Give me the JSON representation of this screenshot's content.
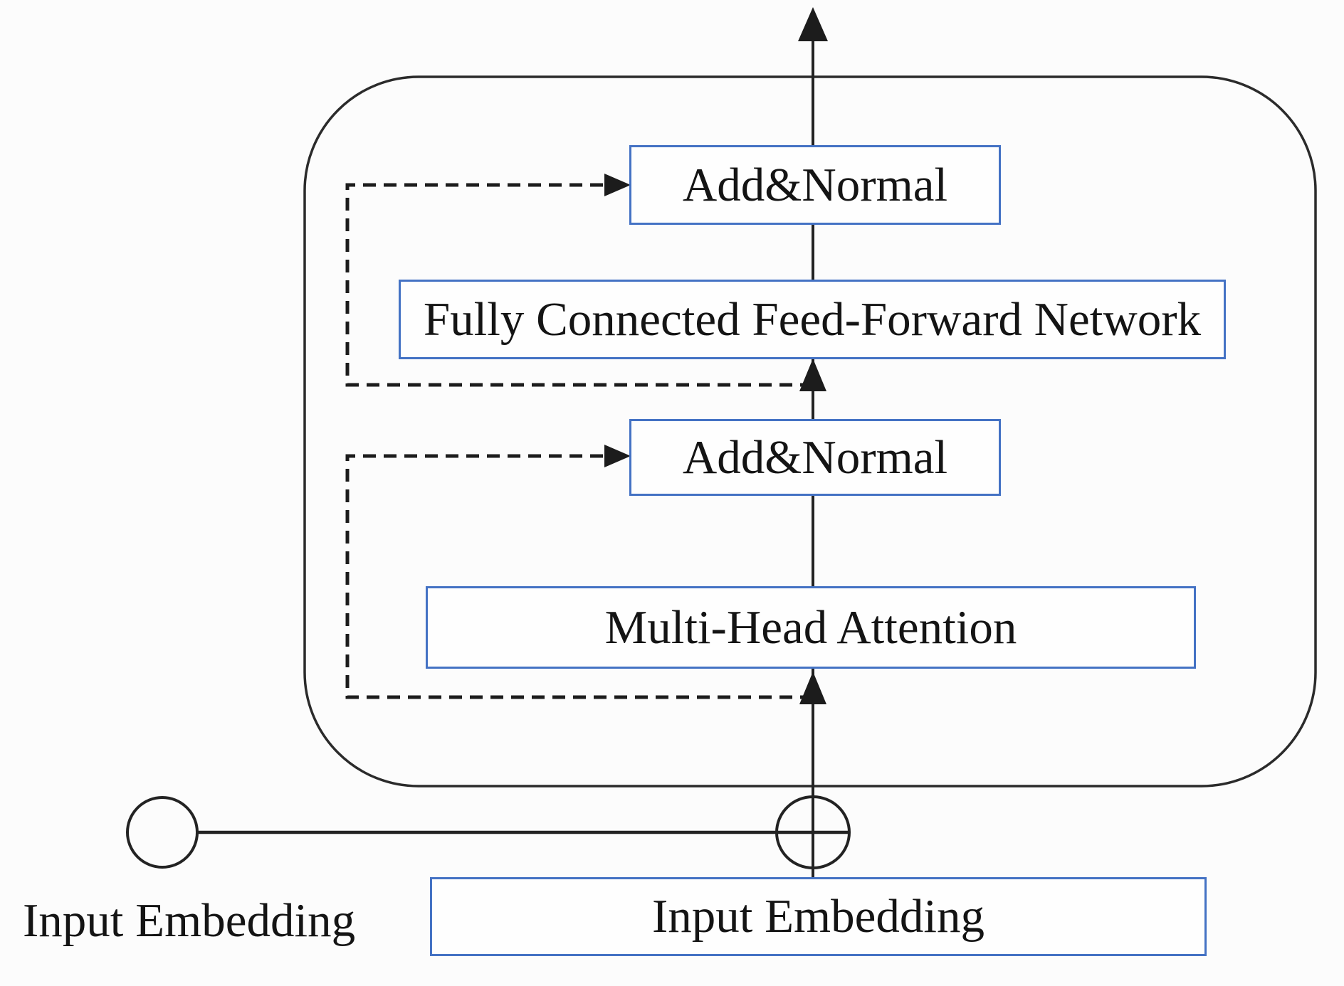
{
  "diagram": {
    "kind": "transformer-encoder-block",
    "boxes": {
      "add_normal_top": {
        "label": "Add&Normal"
      },
      "feed_forward": {
        "label": "Fully Connected Feed-Forward Network"
      },
      "add_normal_mid": {
        "label": "Add&Normal"
      },
      "multi_head_attention": {
        "label": "Multi-Head Attention"
      },
      "input_embedding_box": {
        "label": "Input Embedding"
      }
    },
    "standalone_labels": {
      "input_embedding_left": "Input Embedding"
    },
    "symbols": {
      "add_symbol": "circled-plus",
      "positional_encoding_symbol": "circle"
    },
    "connections": {
      "residual_1": "skip connection from pre-FFN signal into top Add&Normal (dashed)",
      "residual_2": "skip connection from pre-attention signal into middle Add&Normal (dashed)",
      "main_path": "Input Embedding -> add -> Multi-Head Attention -> Add&Normal -> Feed-Forward -> Add&Normal -> output"
    },
    "colors": {
      "box_border": "#4472C4",
      "box_fill": "#fefefe",
      "line": "#232323",
      "text": "#141414",
      "background": "#fcfcfc"
    }
  }
}
